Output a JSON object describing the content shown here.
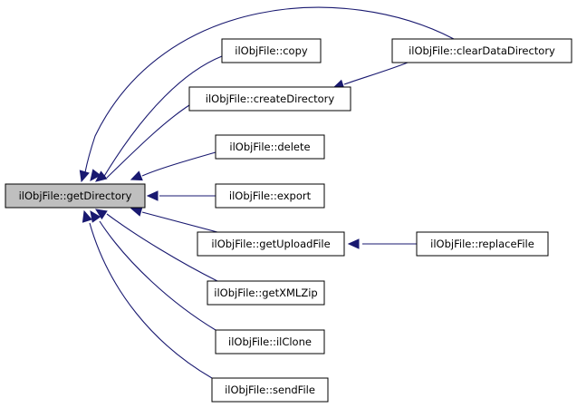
{
  "colors": {
    "edge": "#191970",
    "node_fill": "#ffffff",
    "root_fill": "#bfbfbf",
    "border": "#000000"
  },
  "nodes": [
    {
      "id": "getDirectory",
      "label": "ilObjFile::getDirectory",
      "root": true
    },
    {
      "id": "copy",
      "label": "ilObjFile::copy"
    },
    {
      "id": "createDirectory",
      "label": "ilObjFile::createDirectory"
    },
    {
      "id": "delete",
      "label": "ilObjFile::delete"
    },
    {
      "id": "export",
      "label": "ilObjFile::export"
    },
    {
      "id": "getUploadFile",
      "label": "ilObjFile::getUploadFile"
    },
    {
      "id": "getXMLZip",
      "label": "ilObjFile::getXMLZip"
    },
    {
      "id": "ilClone",
      "label": "ilObjFile::ilClone"
    },
    {
      "id": "sendFile",
      "label": "ilObjFile::sendFile"
    },
    {
      "id": "clearDataDirectory",
      "label": "ilObjFile::clearDataDirectory"
    },
    {
      "id": "replaceFile",
      "label": "ilObjFile::replaceFile"
    }
  ],
  "edges": [
    {
      "from": "copy",
      "to": "getDirectory"
    },
    {
      "from": "createDirectory",
      "to": "getDirectory"
    },
    {
      "from": "delete",
      "to": "getDirectory"
    },
    {
      "from": "export",
      "to": "getDirectory"
    },
    {
      "from": "getUploadFile",
      "to": "getDirectory"
    },
    {
      "from": "getXMLZip",
      "to": "getDirectory"
    },
    {
      "from": "ilClone",
      "to": "getDirectory"
    },
    {
      "from": "sendFile",
      "to": "getDirectory"
    },
    {
      "from": "clearDataDirectory",
      "to": "getDirectory"
    },
    {
      "from": "clearDataDirectory",
      "to": "createDirectory"
    },
    {
      "from": "replaceFile",
      "to": "getUploadFile"
    }
  ]
}
